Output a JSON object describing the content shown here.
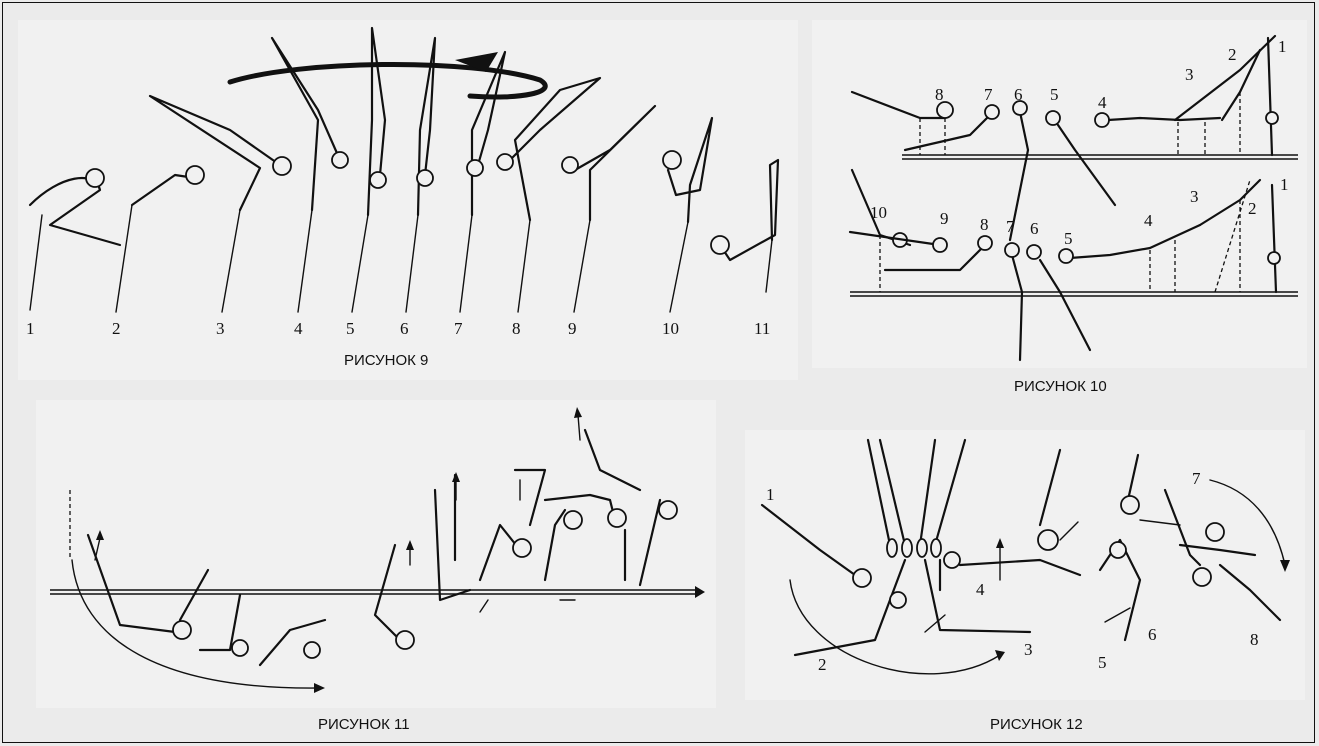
{
  "figures": [
    {
      "id": "fig9",
      "caption": "РИСУНОК 9",
      "position_labels": [
        "1",
        "2",
        "3",
        "4",
        "5",
        "6",
        "7",
        "8",
        "9",
        "10",
        "11"
      ]
    },
    {
      "id": "fig10",
      "caption": "РИСУНОК 10",
      "upper_row_labels": [
        "8",
        "7",
        "6",
        "5",
        "4",
        "3",
        "2",
        "1"
      ],
      "lower_row_labels": [
        "10",
        "9",
        "8",
        "7",
        "6",
        "5",
        "4",
        "3",
        "2",
        "1"
      ]
    },
    {
      "id": "fig11",
      "caption": "РИСУНОК 11"
    },
    {
      "id": "fig12",
      "caption": "РИСУНОК 12",
      "position_labels": [
        "1",
        "2",
        "3",
        "4",
        "5",
        "6",
        "7",
        "8"
      ]
    }
  ],
  "colors": {
    "background": "#ebebeb",
    "panel": "#f1f1f1",
    "ink": "#111111"
  }
}
